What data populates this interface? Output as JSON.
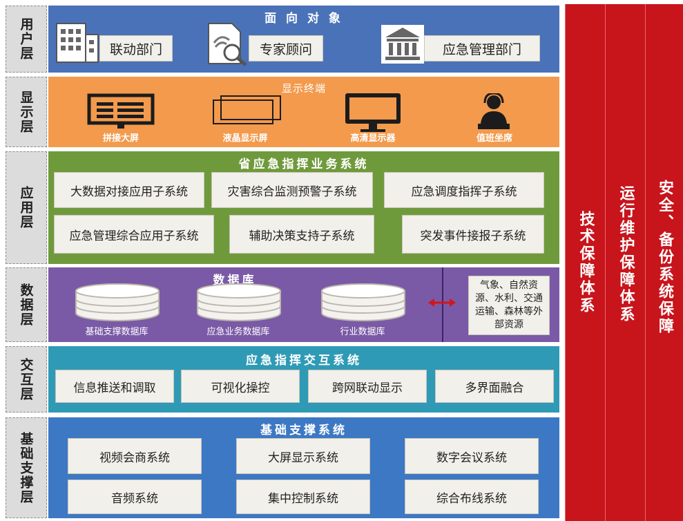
{
  "user_layer": {
    "label": "用户层",
    "title": "面 向 对 象",
    "items": [
      "联动部门",
      "专家顾问",
      "应急管理部门"
    ]
  },
  "display_layer": {
    "label": "显示层",
    "title": "显示终端",
    "items": [
      "拼接大屏",
      "液晶显示屏",
      "高清显示器",
      "值班坐席"
    ]
  },
  "app_layer": {
    "label": "应用层",
    "title": "省应急指挥业务系统",
    "row1": [
      "大数据对接应用子系统",
      "灾害综合监测预警子系统",
      "应急调度指挥子系统"
    ],
    "row2": [
      "应急管理综合应用子系统",
      "辅助决策支持子系统",
      "突发事件接报子系统"
    ]
  },
  "data_layer": {
    "label": "数据层",
    "title": "数据库",
    "dbs": [
      "基础支撑数据库",
      "应急业务数据库",
      "行业数据库"
    ],
    "external": "气象、自然资源、水利、交通运输、森林等外部资源"
  },
  "interact_layer": {
    "label": "交互层",
    "title": "应急指挥交互系统",
    "items": [
      "信息推送和调取",
      "可视化操控",
      "跨网联动显示",
      "多界面融合"
    ]
  },
  "base_layer": {
    "label": "基础支撑层",
    "title": "基础支撑系统",
    "row1": [
      "视频会商系统",
      "大屏显示系统",
      "数字会议系统"
    ],
    "row2": [
      "音频系统",
      "集中控制系统",
      "综合布线系统"
    ]
  },
  "pillars": [
    "技术保障体系",
    "运行维护保障体系",
    "安全、备份系统保障"
  ],
  "colors": {
    "user": "#4a72b8",
    "display": "#f39a4d",
    "app": "#6f9a3c",
    "data": "#7a5aa6",
    "interact": "#2f9ab5",
    "base": "#3d78c4",
    "pillar": "#c8141b"
  }
}
